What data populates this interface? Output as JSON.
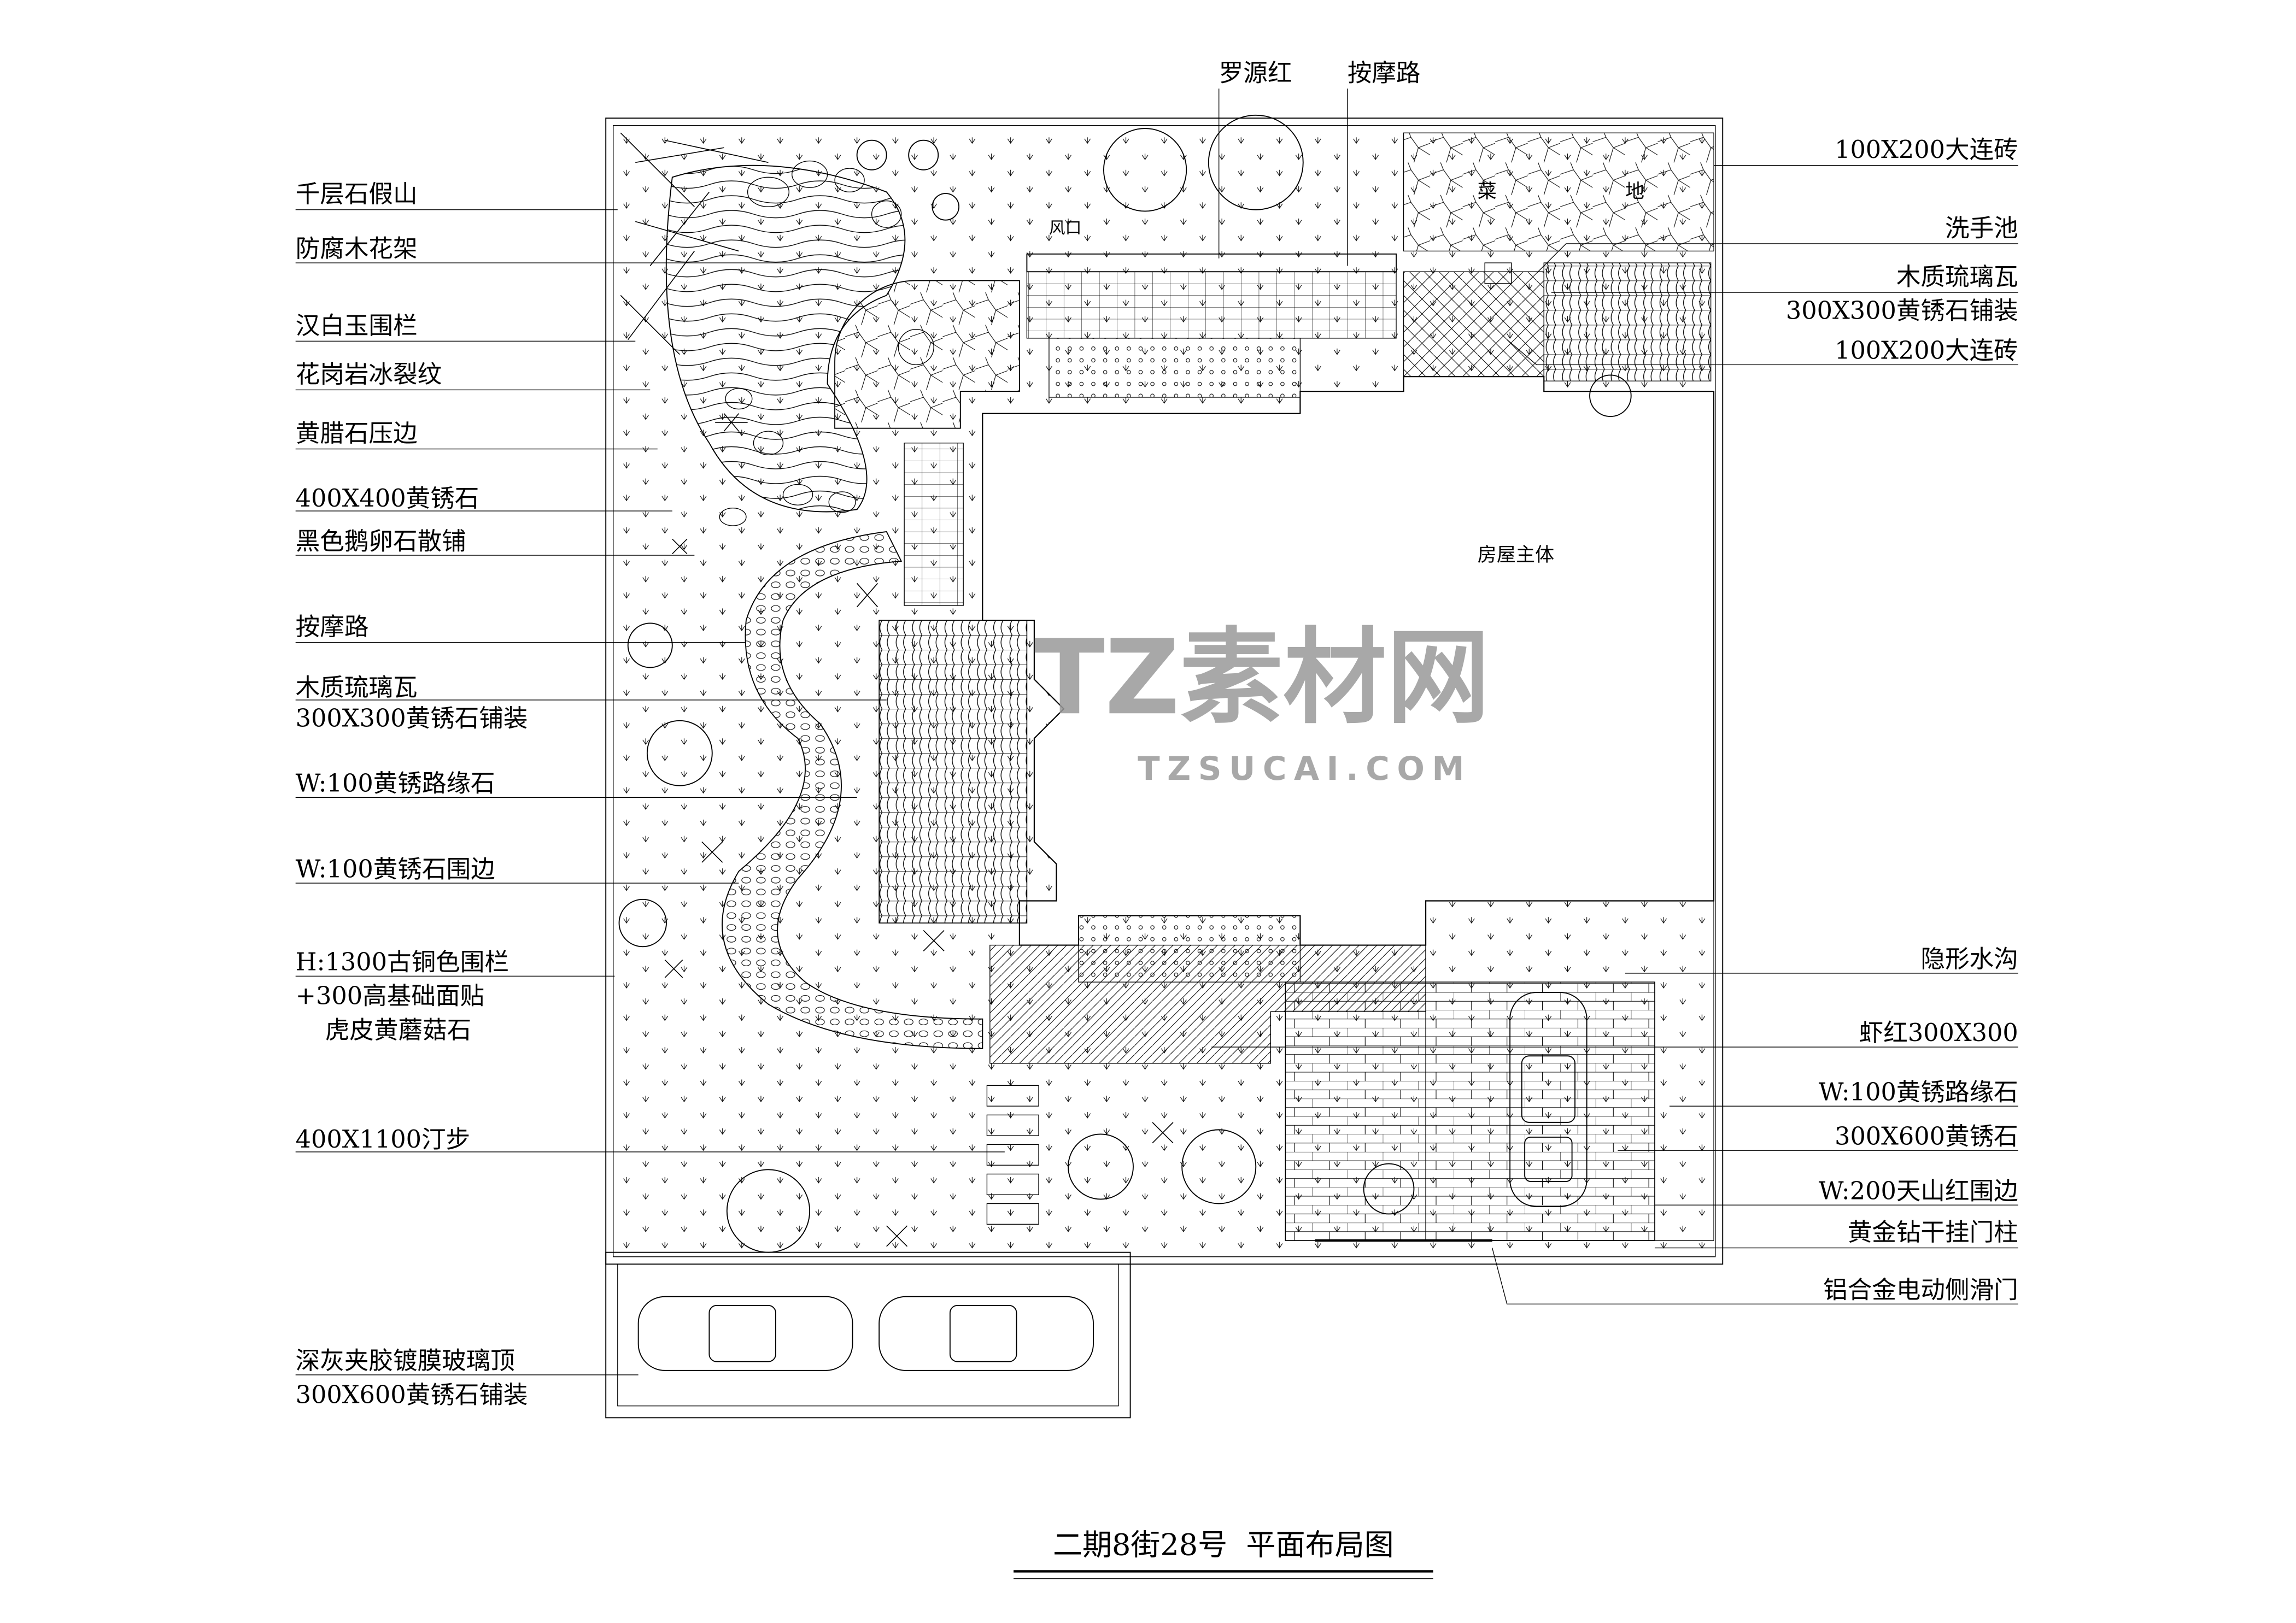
{
  "title": "二期8街28号  平面布局图",
  "watermark": {
    "main": "TZ素材网",
    "url": "TZSUCAI.COM"
  },
  "plan_text": {
    "house": "房屋主体",
    "vent": "风口",
    "veg1": "菜",
    "veg2": "地"
  },
  "top_labels": [
    "罗源红",
    "按摩路"
  ],
  "left_labels": [
    [
      "千层石假山"
    ],
    [
      "防腐木花架"
    ],
    [
      "汉白玉围栏"
    ],
    [
      "花岗岩冰裂纹"
    ],
    [
      "黄腊石压边"
    ],
    [
      "400X400黄锈石"
    ],
    [
      "黑色鹅卵石散铺"
    ],
    [
      "按摩路"
    ],
    [
      "木质琉璃瓦",
      "300X300黄锈石铺装"
    ],
    [
      "W:100黄锈路缘石"
    ],
    [
      "W:100黄锈石围边"
    ],
    [
      "H:1300古铜色围栏",
      "+300高基础面贴",
      "虎皮黄蘑菇石"
    ],
    [
      "400X1100汀步"
    ],
    [
      "深灰夹胶镀膜玻璃顶",
      "300X600黄锈石铺装"
    ]
  ],
  "right_labels": [
    [
      "100X200大连砖"
    ],
    [
      "洗手池"
    ],
    [
      "木质琉璃瓦",
      "300X300黄锈石铺装"
    ],
    [
      "100X200大连砖"
    ],
    [
      "隐形水沟"
    ],
    [
      "虾红300X300"
    ],
    [
      "W:100黄锈路缘石"
    ],
    [
      "300X600黄锈石"
    ],
    [
      "W:200天山红围边"
    ],
    [
      "黄金钻干挂门柱"
    ],
    [
      "铝合金电动侧滑门"
    ]
  ]
}
